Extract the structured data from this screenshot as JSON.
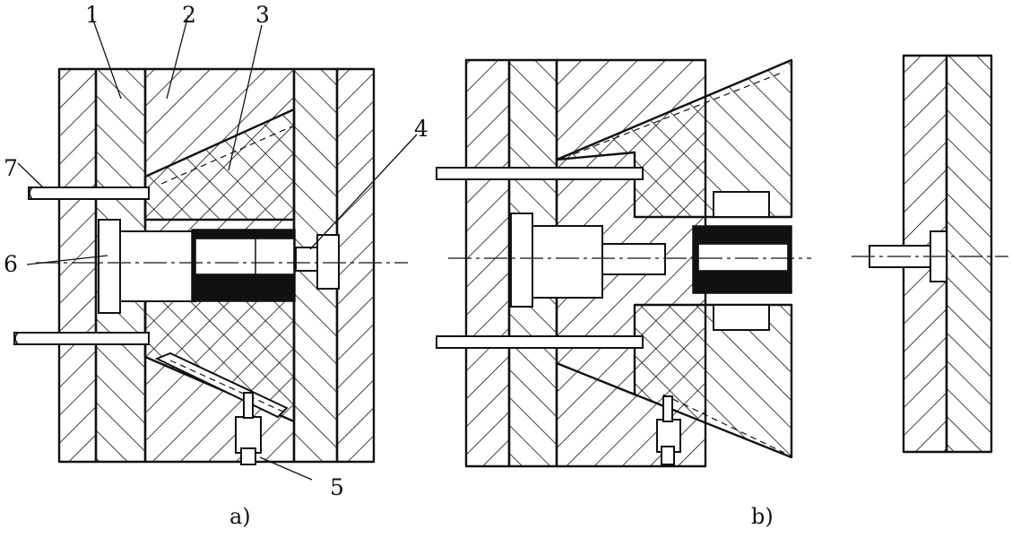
{
  "part_labels": [
    "1",
    "2",
    "3",
    "4",
    "5",
    "6",
    "7"
  ],
  "captions": {
    "a": "a)",
    "b": "b)"
  }
}
